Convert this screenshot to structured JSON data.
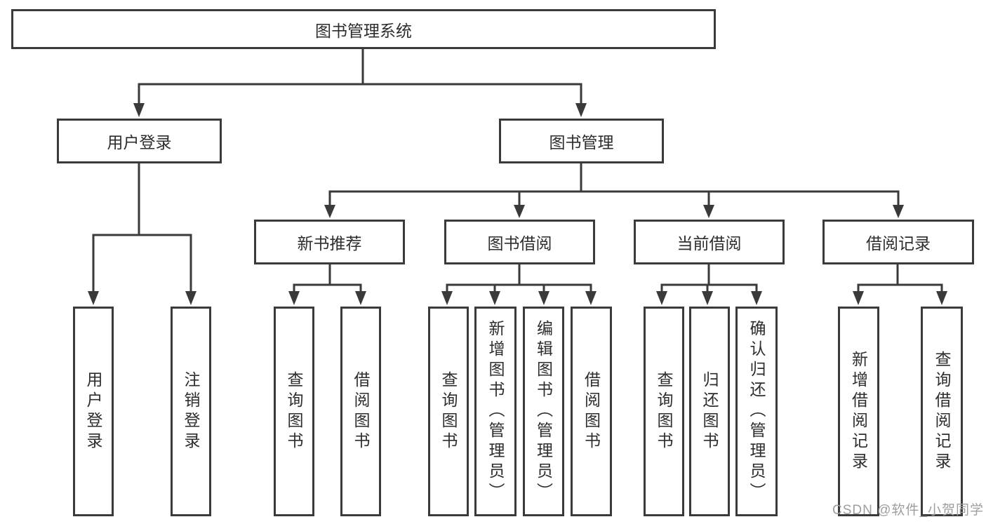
{
  "nodes": {
    "root": "图书管理系统",
    "level2": [
      "用户登录",
      "图书管理"
    ],
    "level3": [
      "新书推荐",
      "图书借阅",
      "当前借阅",
      "借阅记录"
    ],
    "leaves": [
      "用户登录",
      "注销登录",
      "查询图书",
      "借阅图书",
      "查询图书",
      "新增图书（管理员）",
      "编辑图书（管理员）",
      "借阅图书",
      "查询图书",
      "归还图书",
      "确认归还（管理员）",
      "新增借阅记录",
      "查询借阅记录"
    ]
  },
  "hierarchy": {
    "图书管理系统": {
      "用户登录": [
        "用户登录",
        "注销登录"
      ],
      "图书管理": {
        "新书推荐": [
          "查询图书",
          "借阅图书"
        ],
        "图书借阅": [
          "查询图书",
          "新增图书（管理员）",
          "编辑图书（管理员）",
          "借阅图书"
        ],
        "当前借阅": [
          "查询图书",
          "归还图书",
          "确认归还（管理员）"
        ],
        "借阅记录": [
          "新增借阅记录",
          "查询借阅记录"
        ]
      }
    }
  },
  "watermark": "CSDN @软件_小贺同学",
  "colors": {
    "line": "#3a3a3a",
    "box_border": "#3a3a3a",
    "text": "#2d2d2d",
    "watermark": "#9e9e9e",
    "background": "#ffffff"
  }
}
